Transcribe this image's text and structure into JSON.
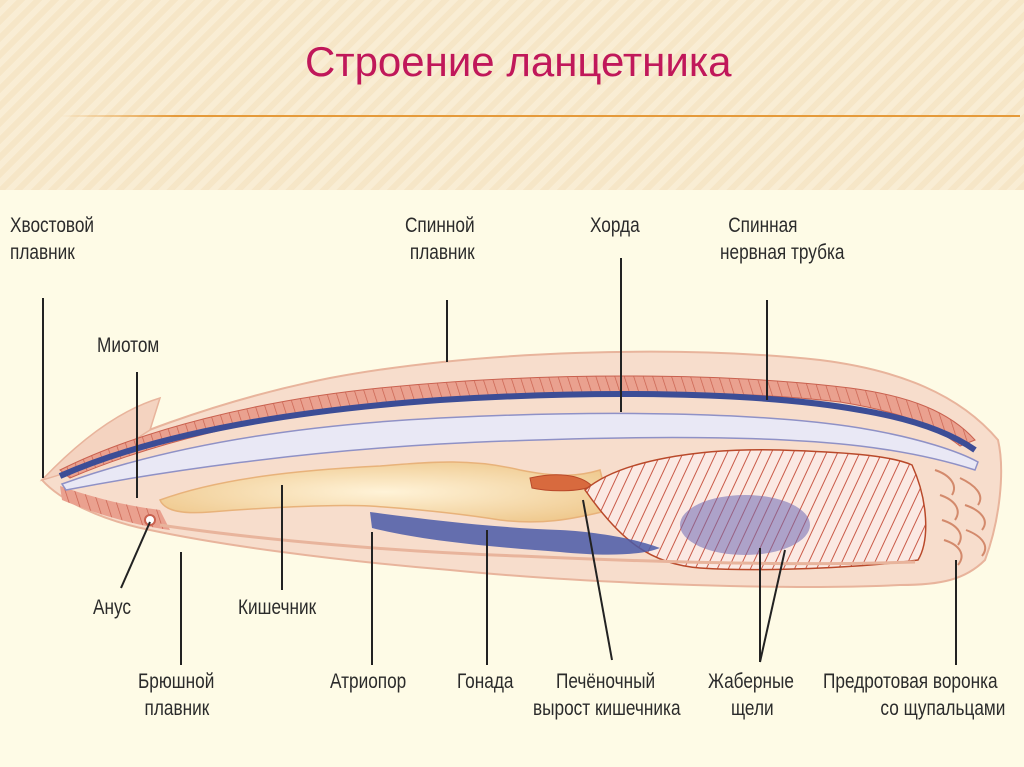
{
  "slide": {
    "title": "Строение ланцетника"
  },
  "labels": {
    "caudal_fin": [
      "Хвостовой",
      "плавник"
    ],
    "dorsal_fin": [
      "Спинной",
      "плавник"
    ],
    "notochord": "Хорда",
    "nerve_tube": [
      "Спинная",
      "нервная трубка"
    ],
    "myotome": "Миотом",
    "anus": "Анус",
    "intestine": "Кишечник",
    "ventral_fin": [
      "Брюшной",
      "плавник"
    ],
    "atriopore": "Атриопор",
    "gonad": "Гонада",
    "hepatic": [
      "Печёночный",
      "вырост кишечника"
    ],
    "gill_slits": [
      "Жаберные",
      "щели"
    ],
    "oral_funnel": [
      "Предротовая воронка",
      "со щупальцами"
    ]
  },
  "colors": {
    "title": "#c0185a",
    "body_outline": "#f2d6c2",
    "muscle": "#e8927f",
    "notochord": "#e7e6f3",
    "nerve": "#3c4d96",
    "gut": "#f6d9a2",
    "pharynx_lines": "#c95a48",
    "gonad": "#7f83bf"
  }
}
